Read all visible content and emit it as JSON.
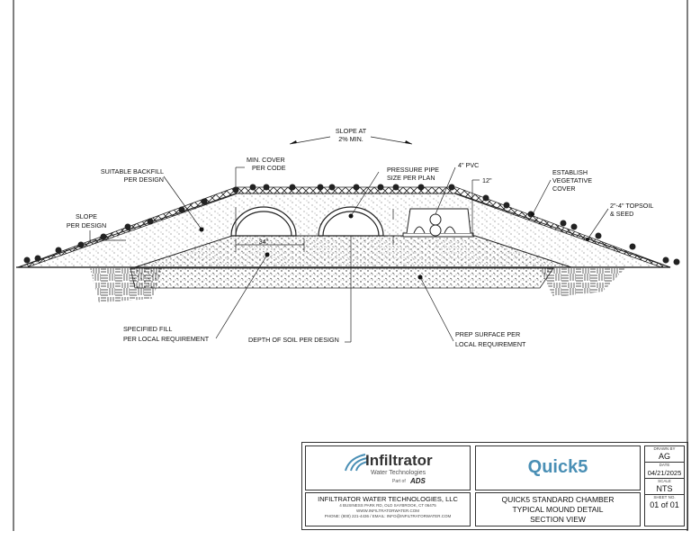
{
  "drawing": {
    "slope_top": [
      "SLOPE AT",
      "2% MIN."
    ],
    "min_cover": [
      "MIN. COVER",
      "PER CODE"
    ],
    "suitable_backfill": [
      "SUITABLE BACKFILL",
      "PER DESIGN"
    ],
    "slope_design": [
      "SLOPE",
      "PER DESIGN"
    ],
    "pressure_pipe": [
      "PRESSURE PIPE",
      "SIZE PER PLAN"
    ],
    "pvc": "4\" PVC",
    "twelve": "12\"",
    "vegetative": [
      "ESTABLISH",
      "VEGETATIVE",
      "COVER"
    ],
    "topsoil": [
      "2\"-4\" TOPSOIL",
      "& SEED"
    ],
    "width_dim": "34\"",
    "specified_fill": [
      "SPECIFIED FILL",
      "PER LOCAL REQUIREMENT"
    ],
    "depth_soil": "DEPTH OF SOIL PER DESIGN",
    "prep_surface": [
      "PREP SURFACE PER",
      "LOCAL REQUIREMENT"
    ]
  },
  "title_block": {
    "logo_name": "Infiltrator",
    "logo_sub": "Water Technologies",
    "logo_partof": "Part of",
    "logo_ads": "ADS",
    "product_logo": "Quick5",
    "company": "INFILTRATOR WATER TECHNOLOGIES, LLC",
    "address": "4 BUSINESS PARK RD, OLD SAYBROOK, CT 06475",
    "website": "WWW.INFILTRATORWATER.COM",
    "contact": "PHONE: (800) 221-4436 / EMAIL: INFO@INFILTRATORWATER.COM",
    "title_lines": [
      "QUICK5 STANDARD CHAMBER",
      "TYPICAL MOUND DETAIL",
      "SECTION VIEW"
    ],
    "drawn_by_label": "DRAWN BY",
    "drawn_by": "AG",
    "date_label": "DATE",
    "date": "04/21/2025",
    "scale_label": "SCALE",
    "scale": "NTS",
    "sheet_label": "SHEET NO.",
    "sheet": "01 of 01",
    "brand_color": "#4a8fb5"
  }
}
